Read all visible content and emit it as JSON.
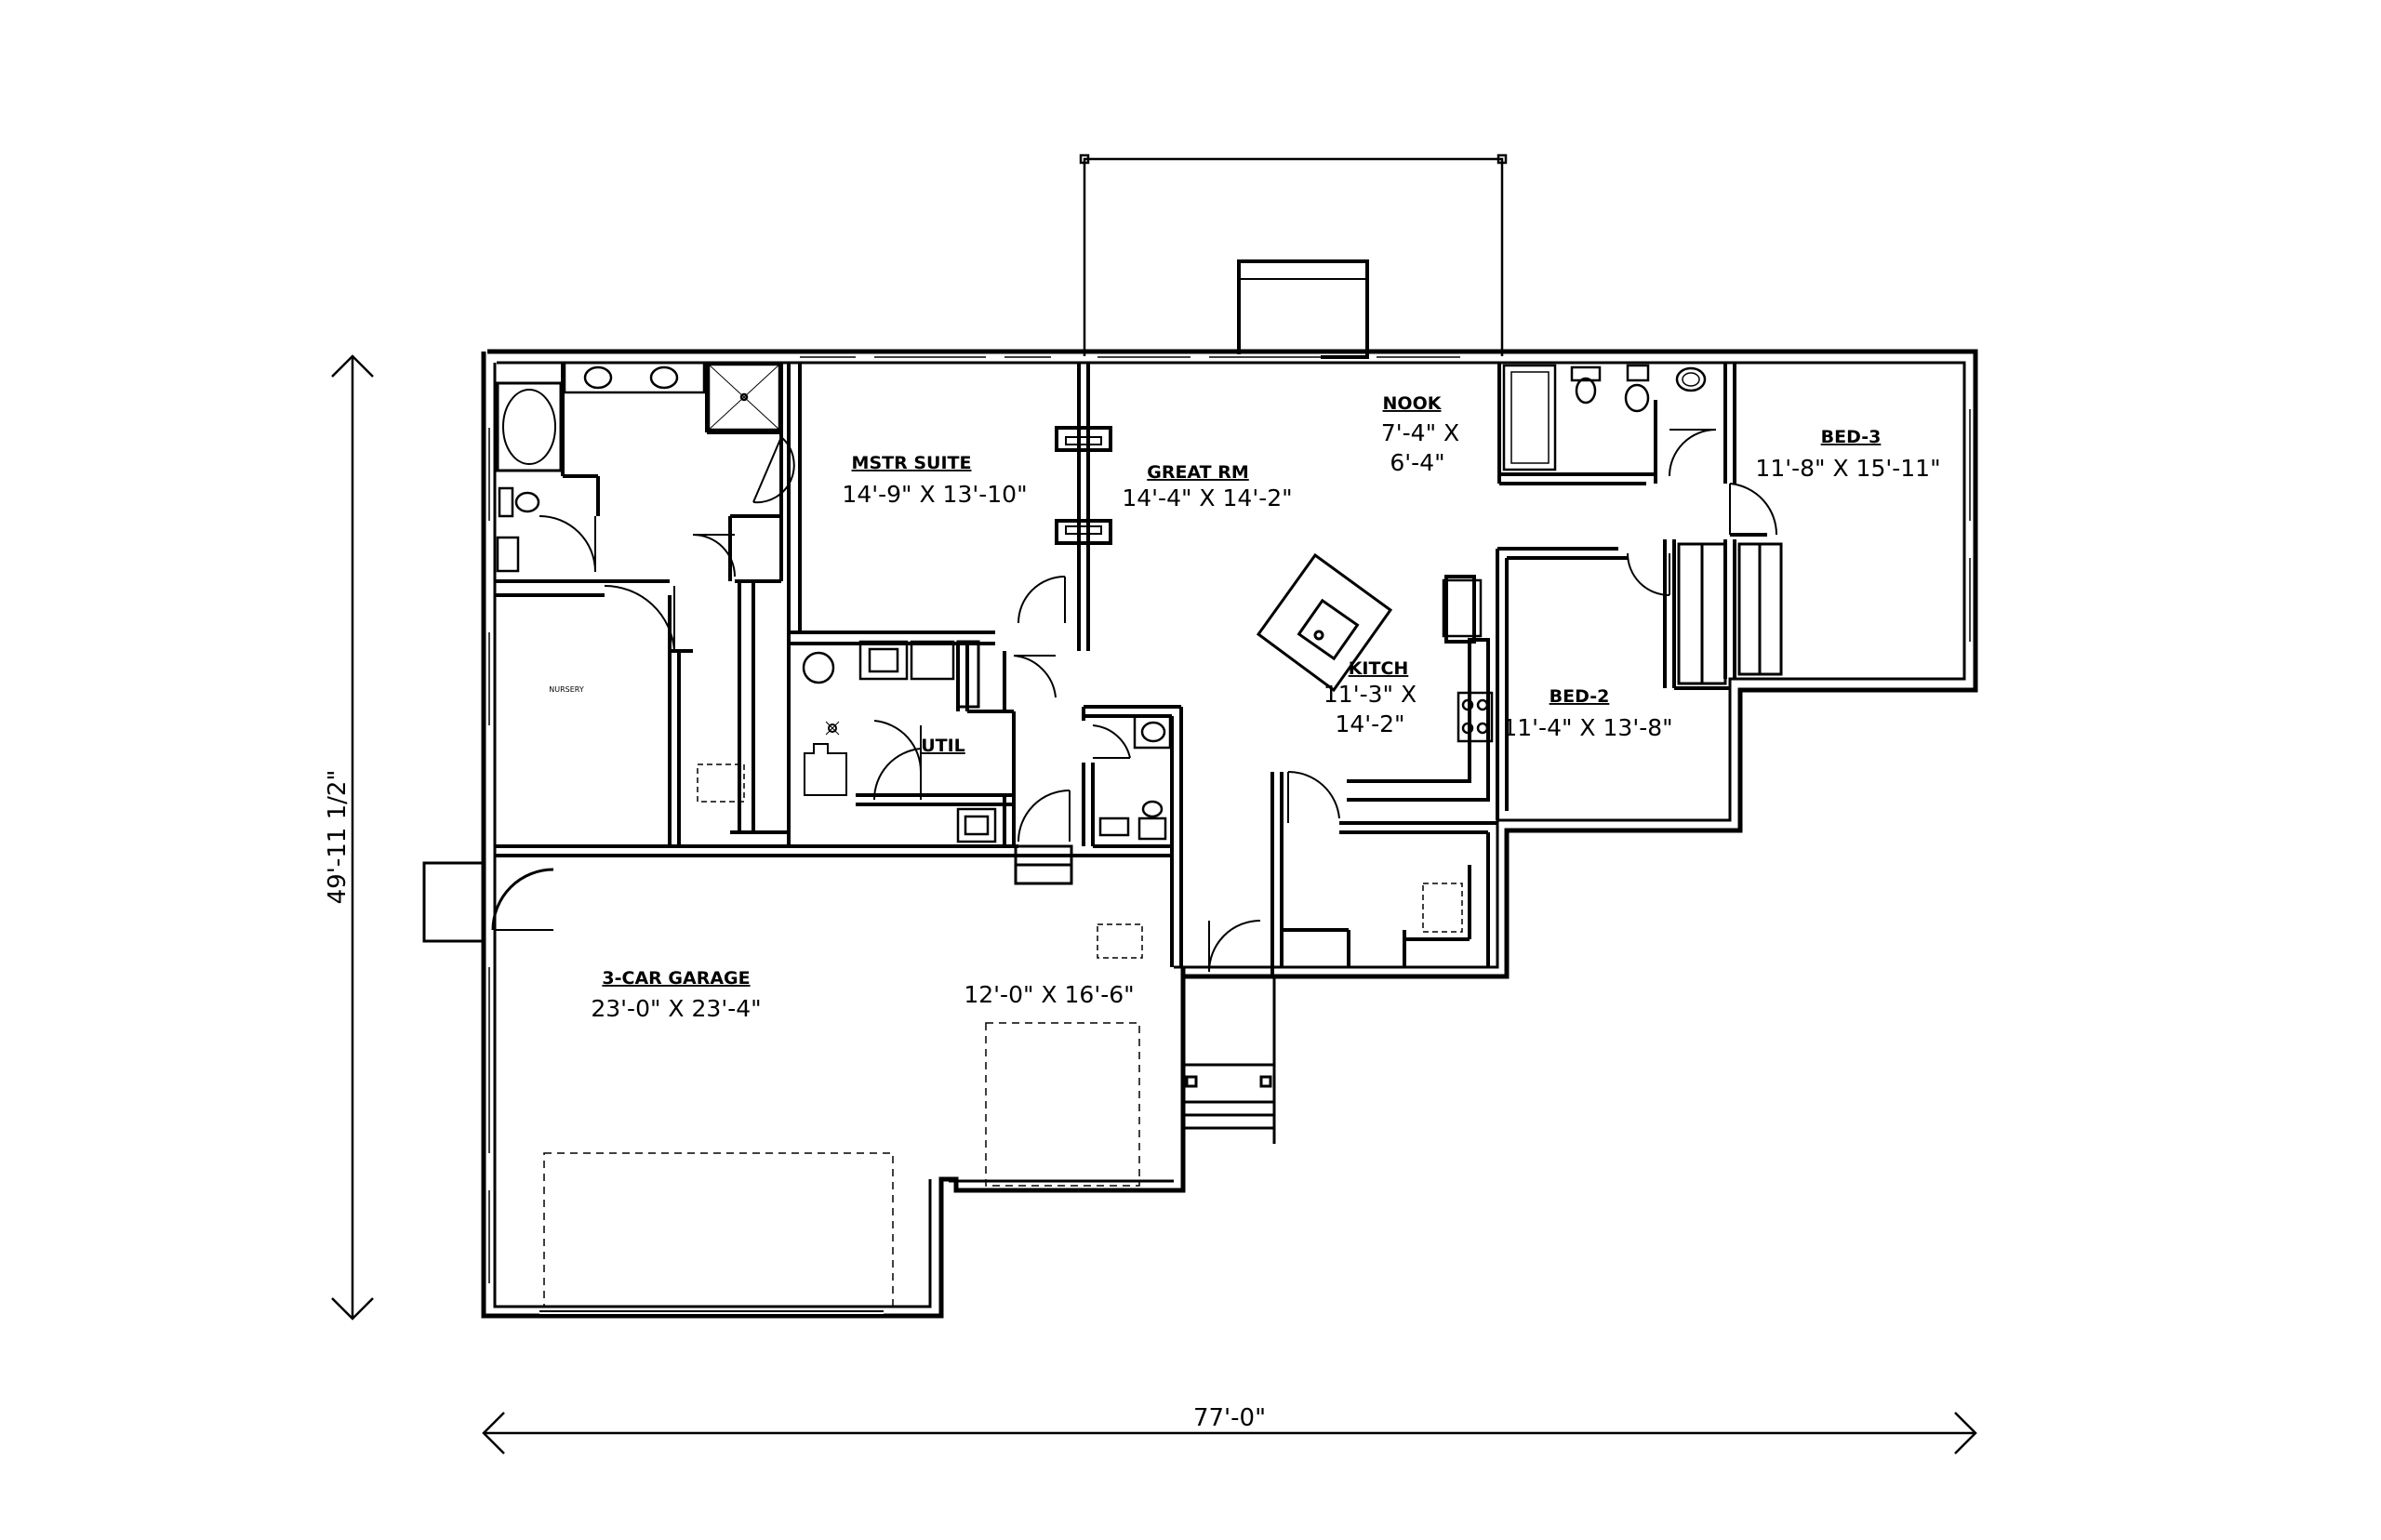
{
  "rooms": {
    "mstr_suite": {
      "name": "MSTR SUITE",
      "dims": "14'-9\" X 13'-10\""
    },
    "great_rm": {
      "name": "GREAT RM",
      "dims": "14'-4\" X 14'-2\""
    },
    "nook": {
      "name": "NOOK",
      "dims_1": "7'-4\" X",
      "dims_2": "6'-4\""
    },
    "bed_3": {
      "name": "BED-3",
      "dims": "11'-8\" X 15'-11\""
    },
    "kitch": {
      "name": "KITCH",
      "dims_1": "11'-3\" X",
      "dims_2": "14'-2\""
    },
    "bed_2": {
      "name": "BED-2",
      "dims": "11'-4\" X 13'-8\""
    },
    "util": {
      "name": "UTIL"
    },
    "nursery": {
      "name": "NURSERY"
    },
    "garage": {
      "name": "3-CAR GARAGE",
      "dims": "23'-0\" X 23'-4\""
    },
    "garage_bay": {
      "dims": "12'-0\" X 16'-6\""
    }
  },
  "overall": {
    "depth": "49'-11 1/2\"",
    "width": "77'-0\""
  }
}
